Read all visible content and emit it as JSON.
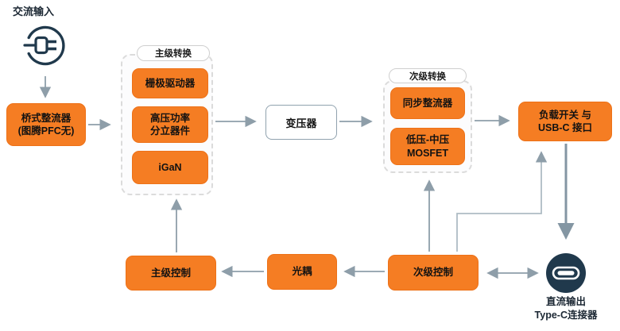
{
  "colors": {
    "accent_orange": "#F57D23",
    "navy": "#20394C",
    "arrow_gray": "#8E9EA9",
    "dashed_border": "#DBDBDB"
  },
  "ac_input": {
    "label": "交流输入",
    "icon": "ac-plug-icon"
  },
  "bridge_rectifier": {
    "line1": "桥式整流器",
    "line2": "(图腾PFC无)"
  },
  "primary_group": {
    "label": "主级转换",
    "gate_driver": "栅极驱动器",
    "hv_power_line1": "高压功率",
    "hv_power_line2": "分立器件",
    "gan": "iGaN"
  },
  "transformer": {
    "label": "变压器"
  },
  "secondary_group": {
    "label": "次级转换",
    "sync_rectifier": "同步整流器",
    "mosfet_line1": "低压-中压",
    "mosfet_line2": "MOSFET"
  },
  "load_switch": {
    "line1": "负载开关 与",
    "line2": "USB-C 接口"
  },
  "dc_output": {
    "line1": "直流输出",
    "line2": "Type-C连接器",
    "icon": "usb-c-connector-icon"
  },
  "controls": {
    "primary": "主级控制",
    "optocoupler": "光耦",
    "secondary": "次级控制"
  }
}
